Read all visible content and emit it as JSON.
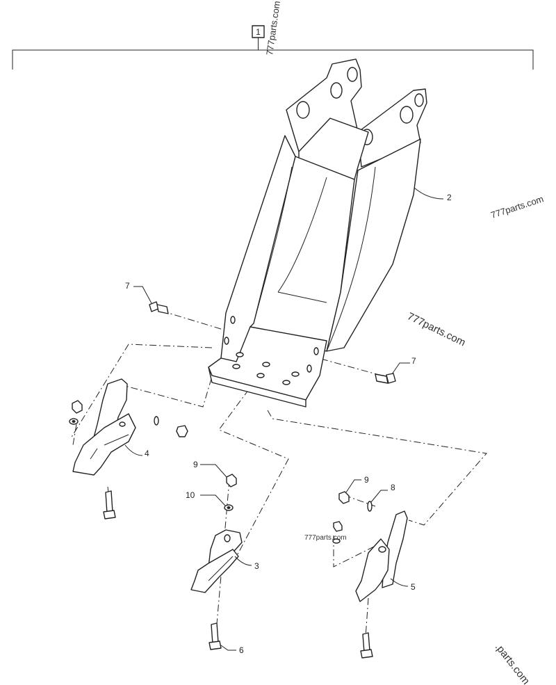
{
  "figure": {
    "index_box_label": "1",
    "callouts": {
      "bucket": "2",
      "tooth_center": "3",
      "tooth_left": "4",
      "tooth_right": "5",
      "bolt_tooth": "6",
      "bolt_left": "7",
      "bolt_right": "7",
      "washer_right": "8",
      "nut_center": "9",
      "nut_right": "9",
      "washer_center": "10"
    }
  },
  "watermarks": {
    "top_vertical": "777parts.com",
    "right_upper": "777parts.com",
    "middle": "777parts.com",
    "center_small": "777parts.com",
    "bottom_corner": ".parts.com"
  }
}
